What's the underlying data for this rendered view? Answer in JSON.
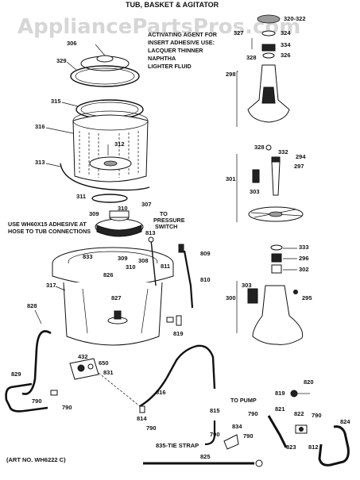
{
  "watermark": "AppliancePartsPros.com",
  "title": "TUB, BASKET & AGITATOR",
  "adhesive_note": [
    "ACTIVATING AGENT FOR",
    "INSERT ADHESIVE USE:",
    "LACQUER THINNER",
    "NAPHTHA",
    "LIGHTER FLUID"
  ],
  "hose_note": [
    "USE WH60X15 ADHESIVE AT",
    "HOSE TO TUB CONNECTIONS"
  ],
  "pressure_note": [
    "TO",
    "PRESSURE",
    "SWITCH"
  ],
  "pump_note": "TO PUMP",
  "tie_strap": "835-TIE STRAP",
  "art_no": "(ART NO. WH6222 C)",
  "parts": {
    "p306": "306",
    "p329": "329",
    "p315": "315",
    "p316": "316",
    "p313": "313",
    "p312": "312",
    "p311": "311",
    "p310": "310",
    "p309": "309",
    "p307": "307",
    "p313b": "813",
    "p833": "833",
    "p309b": "309",
    "p308": "308",
    "p310b": "310",
    "p826": "826",
    "p317": "317",
    "p827": "827",
    "p828": "828",
    "p811": "811",
    "p809": "809",
    "p810": "810",
    "p819": "819",
    "p432": "432",
    "p650": "650",
    "p831": "831",
    "p829": "829",
    "p790a": "790",
    "p790b": "790",
    "p816": "816",
    "p814": "814",
    "p790c": "790",
    "p815": "815",
    "p790d": "790",
    "p834": "834",
    "p790e": "790",
    "p821": "821",
    "p822": "822",
    "p790f": "790",
    "p823": "823",
    "p812": "812",
    "p824": "824",
    "p820": "820",
    "p819b": "819",
    "p825": "825",
    "p320": "320-322",
    "p324": "324",
    "p327": "327",
    "p334": "334",
    "p328": "328",
    "p326": "326",
    "p298": "298",
    "p328b": "328",
    "p332": "332",
    "p294": "294",
    "p297": "297",
    "p301": "301",
    "p303": "303",
    "p333": "333",
    "p296": "296",
    "p302": "302",
    "p300": "300",
    "p303b": "303",
    "p295": "295"
  }
}
